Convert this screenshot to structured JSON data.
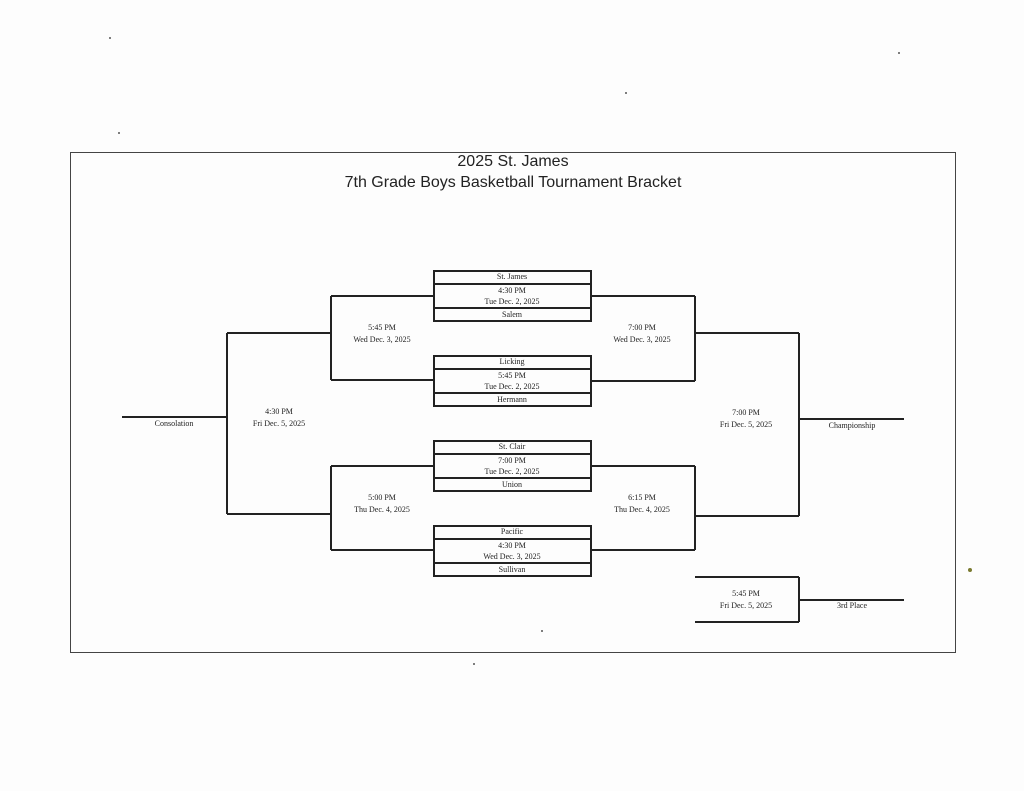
{
  "title_line1": "2025 St. James",
  "title_line2": "7th Grade Boys Basketball Tournament Bracket",
  "first_round": [
    {
      "top_team": "St. James",
      "time": "4:30 PM",
      "date": "Tue Dec. 2, 2025",
      "bottom_team": "Salem"
    },
    {
      "top_team": "Licking",
      "time": "5:45 PM",
      "date": "Tue Dec. 2, 2025",
      "bottom_team": "Hermann"
    },
    {
      "top_team": "St. Clair",
      "time": "7:00 PM",
      "date": "Tue Dec. 2, 2025",
      "bottom_team": "Union"
    },
    {
      "top_team": "Pacific",
      "time": "4:30 PM",
      "date": "Wed Dec. 3, 2025",
      "bottom_team": "Sullivan"
    }
  ],
  "consolation_semis": [
    {
      "time": "5:45 PM",
      "date": "Wed Dec. 3, 2025"
    },
    {
      "time": "5:00 PM",
      "date": "Thu Dec. 4, 2025"
    }
  ],
  "winner_semis": [
    {
      "time": "7:00 PM",
      "date": "Wed Dec. 3, 2025"
    },
    {
      "time": "6:15 PM",
      "date": "Thu Dec. 4, 2025"
    }
  ],
  "consolation_final": {
    "time": "4:30 PM",
    "date": "Fri Dec. 5, 2025",
    "label": "Consolation"
  },
  "championship": {
    "time": "7:00 PM",
    "date": "Fri Dec. 5, 2025",
    "label": "Championship"
  },
  "third_place": {
    "time": "5:45 PM",
    "date": "Fri Dec. 5, 2025",
    "label": "3rd Place"
  }
}
